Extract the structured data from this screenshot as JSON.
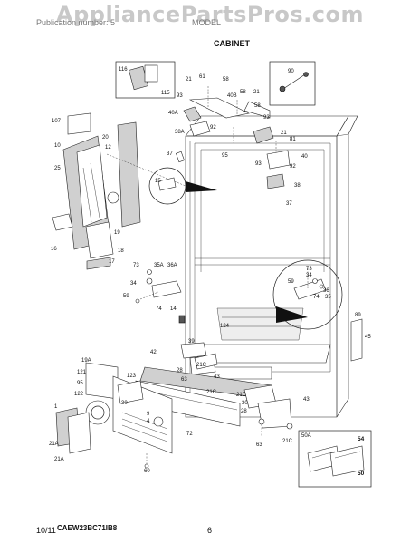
{
  "header": {
    "watermark": "AppliancePartsPros.com",
    "left_text": "Publication number: 5",
    "right_text": "MODEL"
  },
  "section_title": "CABINET",
  "model_code": "CAEW23BC71IB8",
  "footer": {
    "date": "10/11",
    "page": "6"
  },
  "callouts": {
    "c116": "116",
    "c115": "115",
    "c90": "90",
    "c21a": "21",
    "c61": "61",
    "c58a": "58",
    "c93a": "93",
    "c40b": "40B",
    "c58b": "58",
    "c21b": "21",
    "c40a": "40A",
    "c58c": "58",
    "c93b": "93",
    "c38a": "38A",
    "c92a": "92",
    "c107": "107",
    "c20": "20",
    "c10": "10",
    "c12": "12",
    "c25": "25",
    "c37a": "37",
    "c95": "95",
    "c21c": "21",
    "c81": "81",
    "c93c": "93",
    "c40c": "40",
    "c92b": "92",
    "c15": "15",
    "c38b": "38",
    "c37b": "37",
    "c16": "16",
    "c19": "19",
    "c18": "18",
    "c17": "17",
    "c73a": "73",
    "c35a": "35A",
    "c36a": "36A",
    "c34a": "34",
    "c59a": "59",
    "c74a": "74",
    "c14": "14",
    "c73b": "73",
    "c34b": "34",
    "c59b": "59",
    "c36b": "36",
    "c35b": "35",
    "c74b": "74",
    "c89": "89",
    "c45": "45",
    "c124": "124",
    "c39": "39",
    "c42": "42",
    "c19a": "19A",
    "c121": "121",
    "c95b": "95",
    "c122": "122",
    "c1": "1",
    "c28": "28",
    "c21ca": "21C",
    "c123": "123",
    "c30a": "30",
    "c9": "9",
    "c4": "4",
    "c63a": "63",
    "c43a": "43",
    "c21cb": "21C",
    "c21cc": "21C",
    "c30b": "30",
    "c43b": "43",
    "c28b": "28",
    "c21cd": "21C",
    "c63b": "63",
    "c72": "72",
    "c60": "60",
    "c21aa": "21A",
    "c21ab": "21A",
    "c50a": "50A",
    "c54": "54",
    "c50": "50"
  }
}
